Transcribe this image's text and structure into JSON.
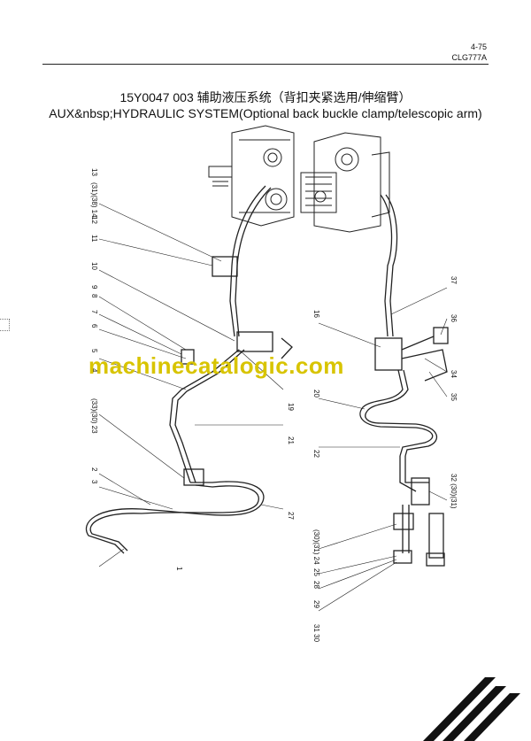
{
  "header": {
    "page_number": "4-75",
    "model": "CLG777A"
  },
  "title": {
    "chinese": "15Y0047 003  辅助液压系统（背扣夹紧选用/伸缩臂）",
    "english": "AUX&nbsp;HYDRAULIC SYSTEM(Optional back buckle clamp/telescopic arm)"
  },
  "watermark": "machinecatalogic.com",
  "callouts": {
    "c13": "13",
    "c14": "(31)(38) 14",
    "c12": "12",
    "c11": "11",
    "c10": "10",
    "c9": "9",
    "c8": "8",
    "c7": "7",
    "c6": "6",
    "c5": "5",
    "c4": "4",
    "c23": "(33)(30) 23",
    "c2": "2",
    "c3": "3",
    "c1": "1",
    "c19": "19",
    "c21": "21",
    "c27": "27",
    "c37": "37",
    "c16": "16",
    "c36": "36",
    "c34": "34",
    "c35": "35",
    "c20": "20",
    "c22": "22",
    "c32": "32 (30)(31)",
    "c24": "(30)(31) 24",
    "c25": "25",
    "c28": "28",
    "c29": "29",
    "c3130": "31 30"
  }
}
